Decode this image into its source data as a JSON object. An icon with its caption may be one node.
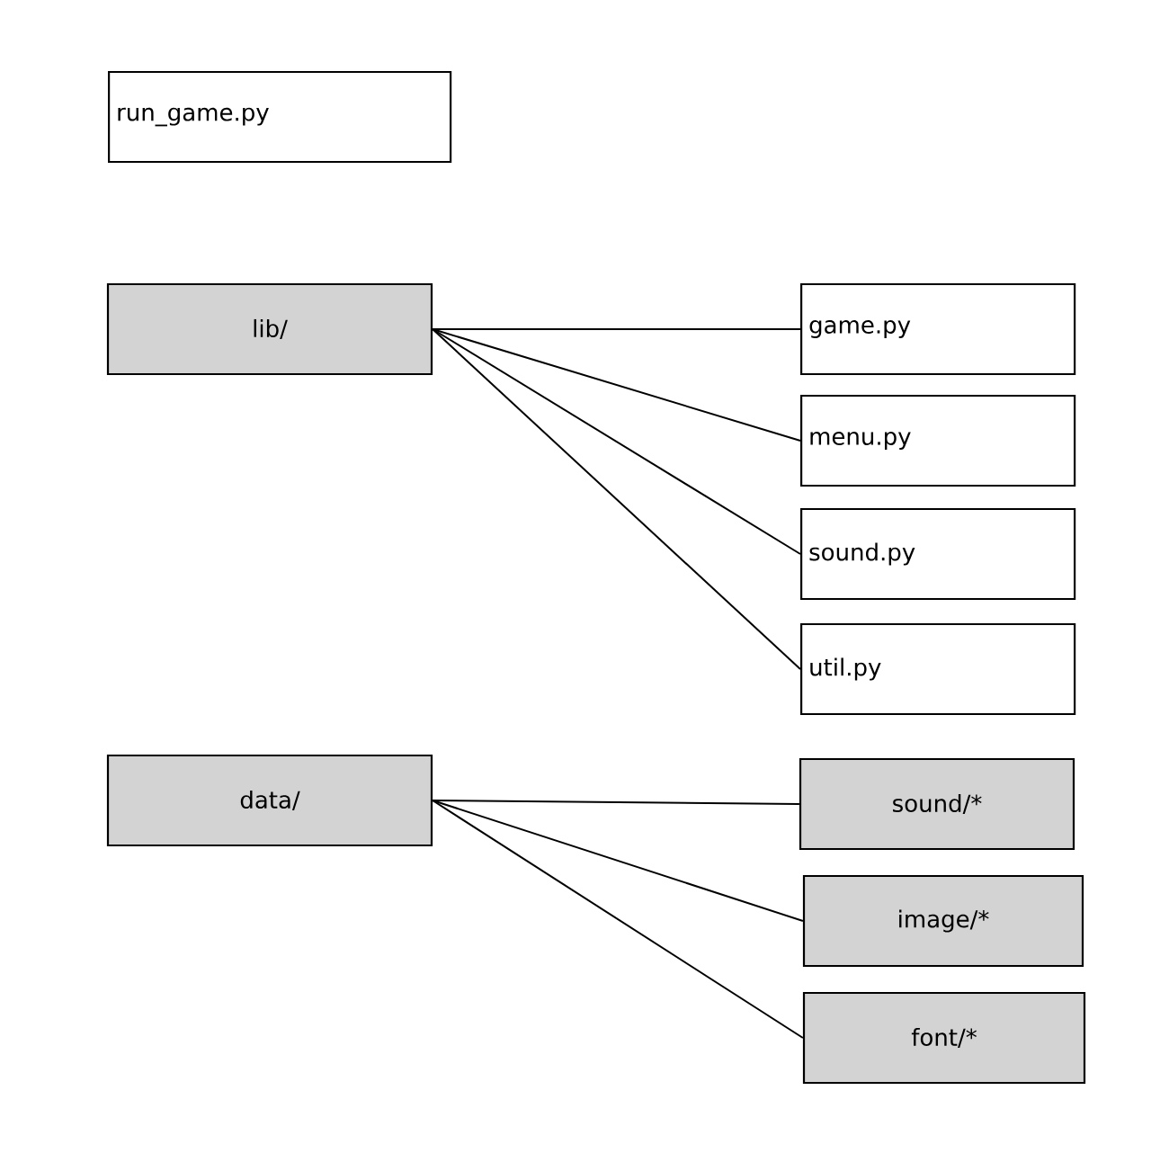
{
  "diagram": {
    "nodes": [
      {
        "text": [
          "run_game.py"
        ]
      },
      {
        "text": [
          "lib/"
        ]
      },
      {
        "text": [
          "game.py"
        ]
      },
      {
        "text": [
          "menu.py"
        ]
      },
      {
        "text": [
          "sound.py"
        ]
      },
      {
        "text": [
          "util.py"
        ]
      },
      {
        "text": [
          "data/"
        ]
      },
      {
        "text": [
          "sound/*"
        ]
      },
      {
        "text": [
          "image/*"
        ]
      },
      {
        "text": [
          "font/*"
        ]
      }
    ],
    "edges": [
      {
        "from": 1,
        "to": 2,
        "arrow": "none"
      },
      {
        "from": 1,
        "to": 3,
        "arrow": "none"
      },
      {
        "from": 1,
        "to": 4,
        "arrow": "none"
      },
      {
        "from": 1,
        "to": 5,
        "arrow": "none"
      },
      {
        "from": 6,
        "to": 7,
        "arrow": "none"
      },
      {
        "from": 6,
        "to": 8,
        "arrow": "none"
      },
      {
        "from": 6,
        "to": 9,
        "arrow": "none"
      }
    ]
  }
}
